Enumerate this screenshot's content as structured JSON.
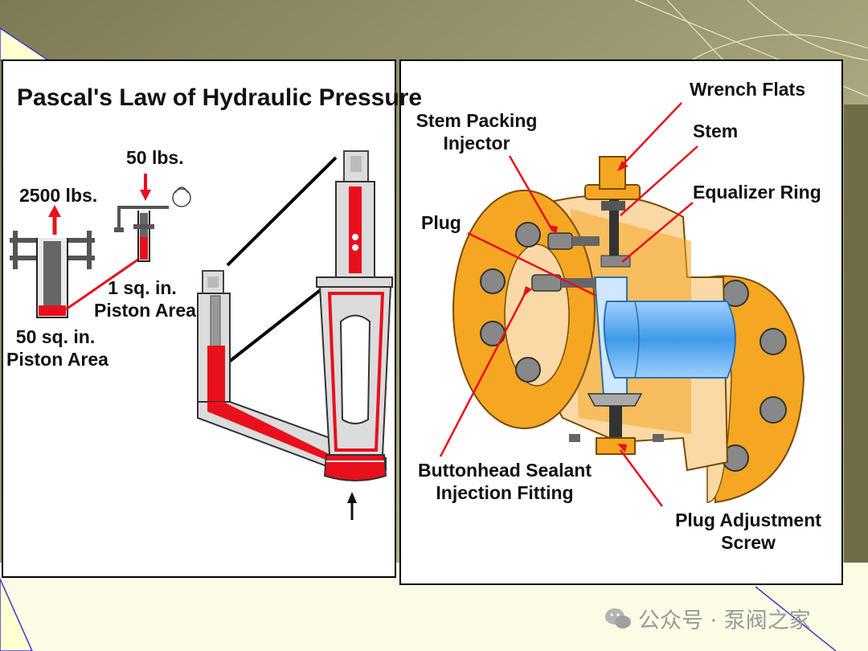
{
  "left_panel": {
    "title": "Pascal's Law of Hydraulic Pressure",
    "label_2500": "2500 lbs.",
    "label_50": "50 lbs.",
    "label_1sq_line1": "1 sq. in.",
    "label_1sq_line2": "Piston Area",
    "label_50sq_line1": "50 sq. in.",
    "label_50sq_line2": "Piston Area"
  },
  "right_panel": {
    "wrench_flats": "Wrench Flats",
    "stem_packing_line1": "Stem Packing",
    "stem_packing_line2": "Injector",
    "stem": "Stem",
    "equalizer_ring": "Equalizer Ring",
    "plug": "Plug",
    "buttonhead_line1": "Buttonhead Sealant",
    "buttonhead_line2": "Injection Fitting",
    "plug_adjust_line1": "Plug Adjustment",
    "plug_adjust_line2": "Screw"
  },
  "watermark": "公众号 · 泵阀之家",
  "colors": {
    "hydraulic_red": "#e8101c",
    "valve_orange": "#f5a623",
    "slide_olive": "#8c8a62"
  }
}
